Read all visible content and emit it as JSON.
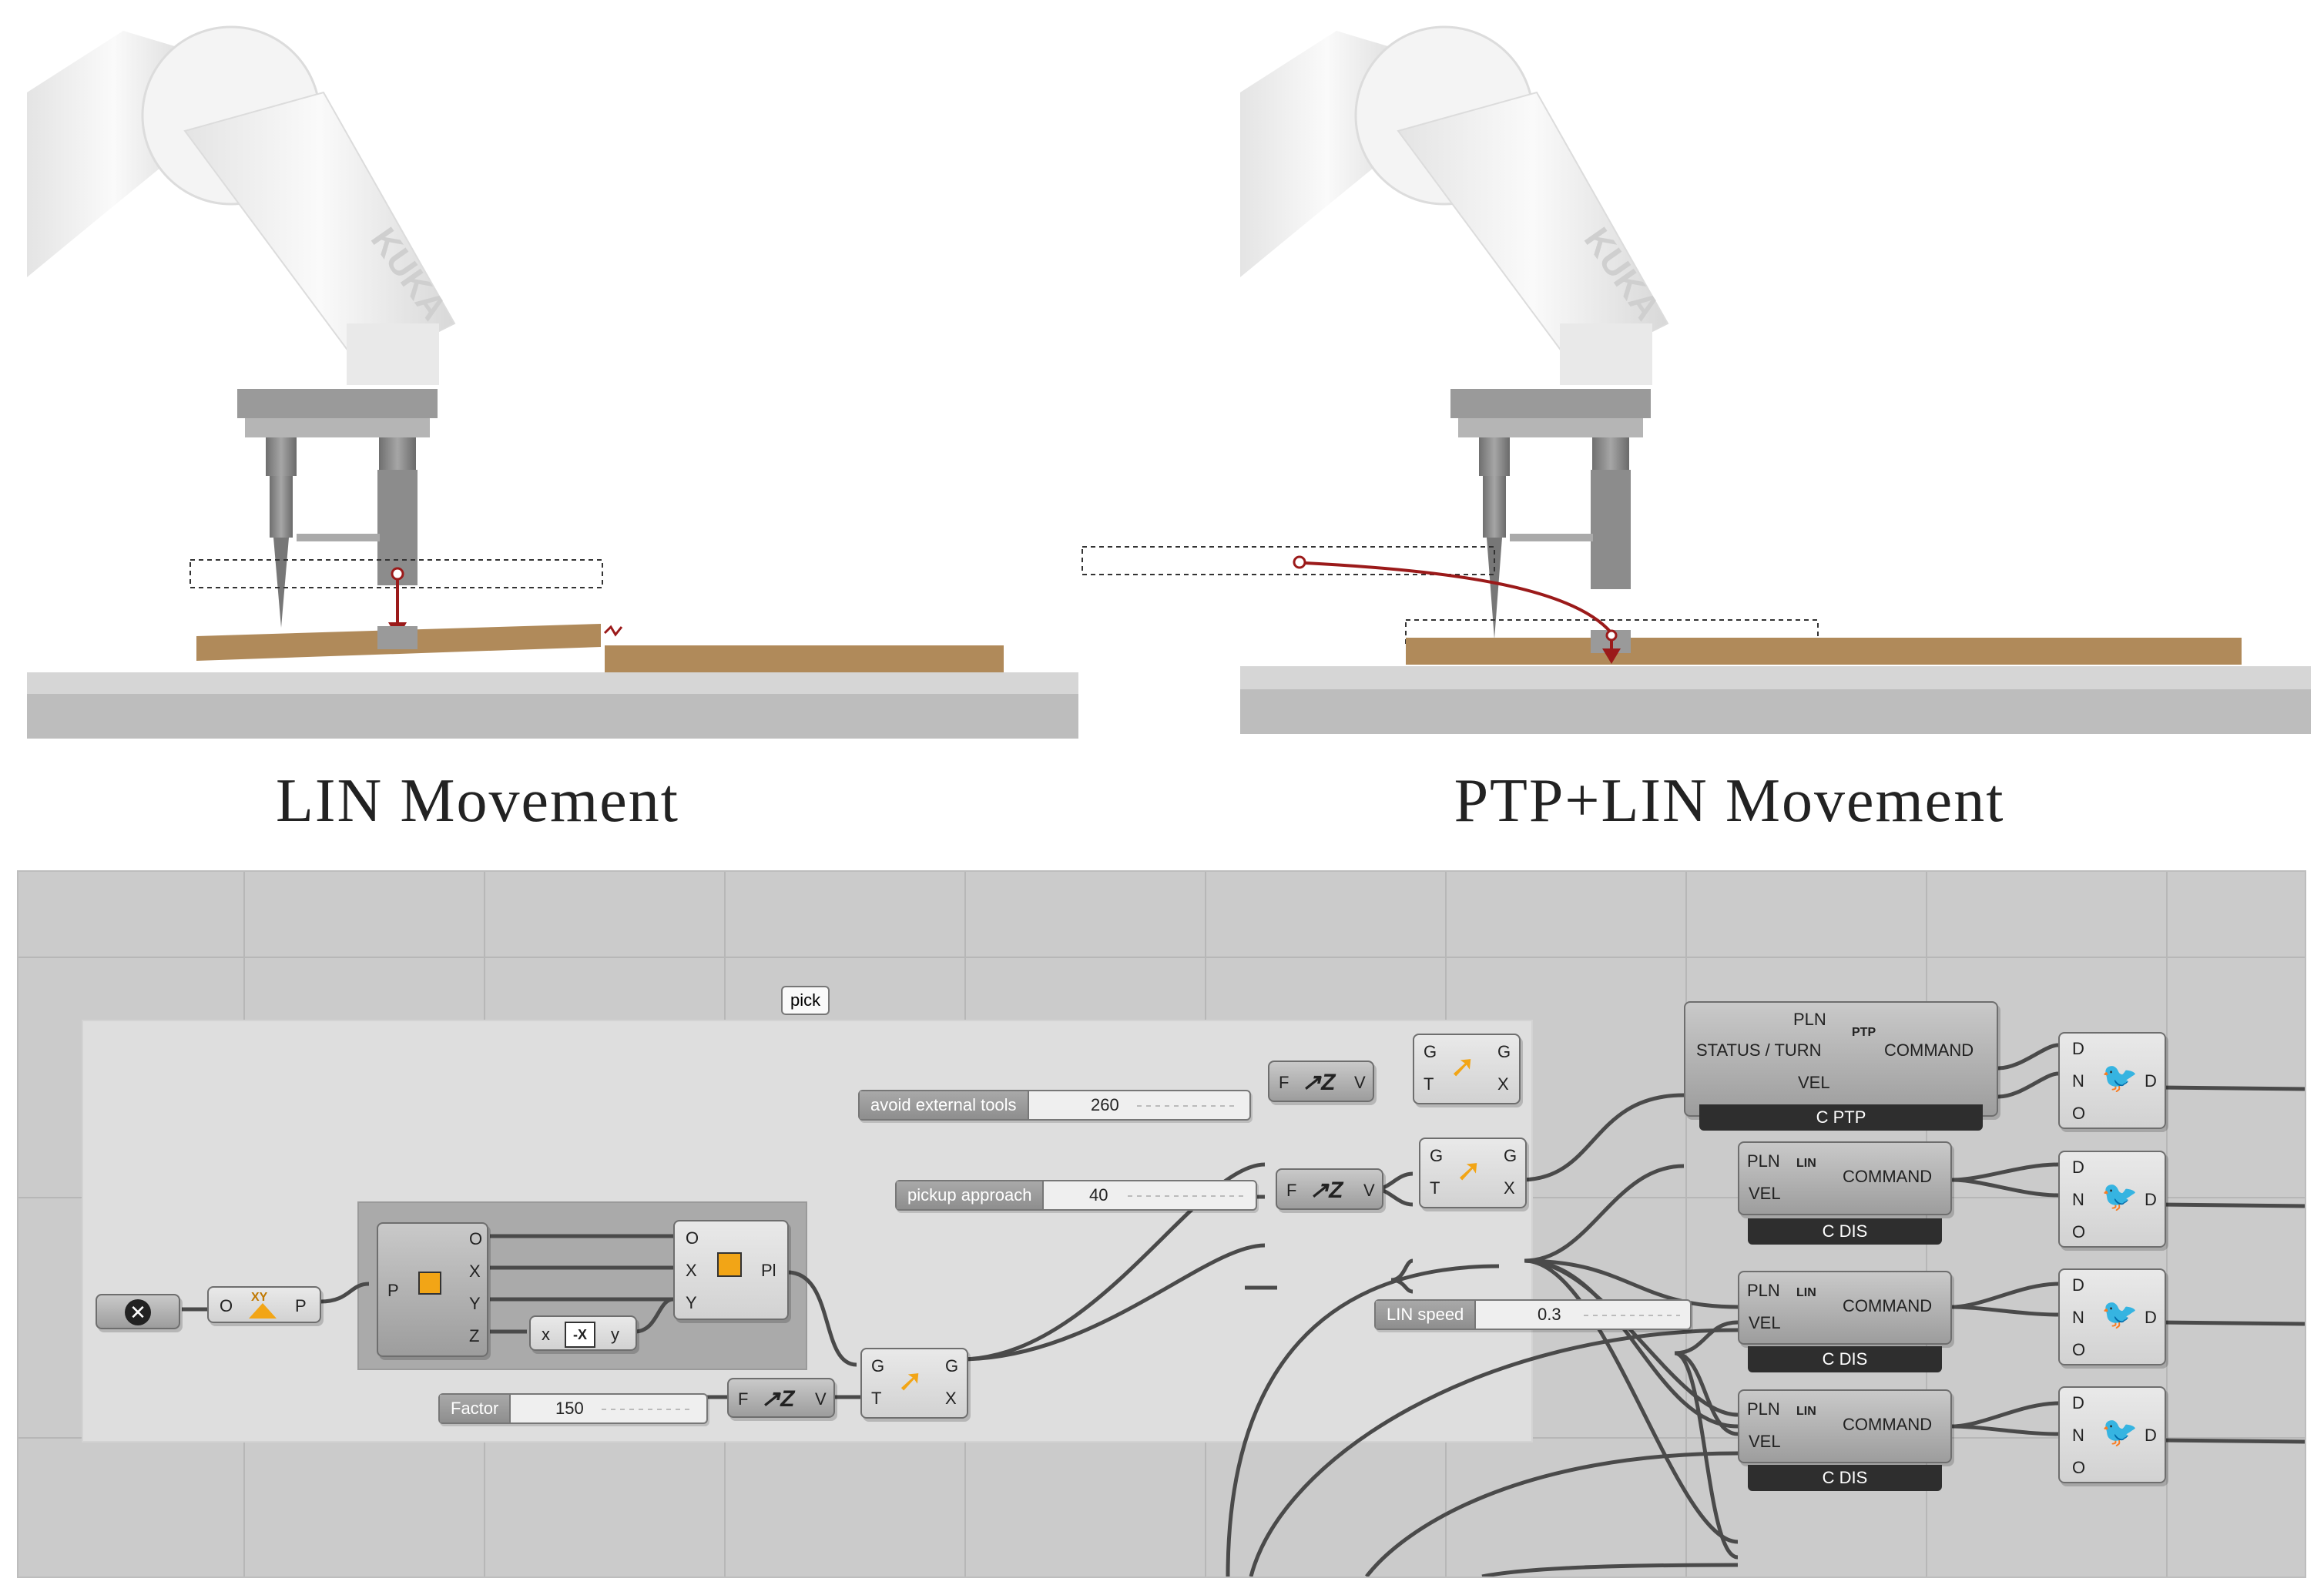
{
  "captions": {
    "left": "LIN Movement",
    "right": "PTP+LIN Movement"
  },
  "colors": {
    "robot_white": "#f0f0f0",
    "gripper_gray": "#8a8a8a",
    "wood": "#b08a5a",
    "table": "#cfcfcf",
    "path_red": "#9b1a1a",
    "canvas": "#cbcbcb",
    "wire": "#4a4a4a",
    "accent_orange": "#f2a516"
  },
  "robot": {
    "brand": "KUKA"
  },
  "canvas": {
    "group_label": "pick",
    "sliders": {
      "avoid": {
        "label": "avoid external tools",
        "value": "260"
      },
      "pickup": {
        "label": "pickup approach",
        "value": "40"
      },
      "lin_speed": {
        "label": "LIN speed",
        "value": "0.3"
      },
      "factor": {
        "label": "Factor",
        "value": "150"
      }
    },
    "params": {
      "xy": {
        "in": "O",
        "icon": "XY",
        "out": "P"
      },
      "deconstruct": {
        "in": "P",
        "outs": [
          "O",
          "X",
          "Y",
          "Z"
        ]
      },
      "construct": {
        "ins": [
          "O",
          "X",
          "Y"
        ],
        "out": "Pl"
      },
      "negate": {
        "in": "x",
        "icon": "-X",
        "out": "y"
      },
      "vector_z": {
        "in": "F",
        "out": "V"
      },
      "move": {
        "ins": [
          "G",
          "T"
        ],
        "outs": [
          "G",
          "X"
        ]
      }
    },
    "ptp": {
      "inputs": [
        "PLN",
        "STATUS / TURN",
        "VEL"
      ],
      "icon": "PTP",
      "output": "COMMAND",
      "footer": "C PTP"
    },
    "lin": {
      "inputs": [
        "PLN",
        "VEL"
      ],
      "icon": "LIN",
      "output": "COMMAND",
      "footer": "C DIS"
    },
    "output_comp": {
      "inputs": [
        "D",
        "N",
        "O"
      ],
      "output": "D"
    }
  }
}
